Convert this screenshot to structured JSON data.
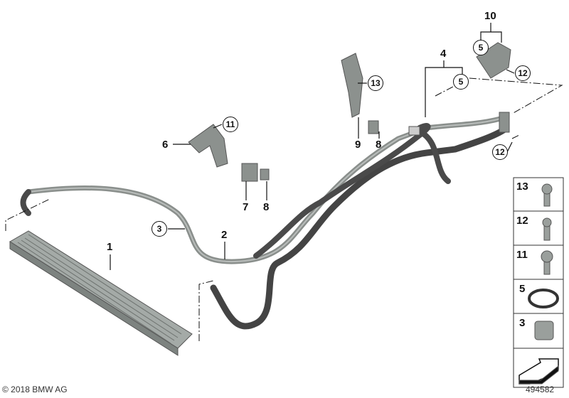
{
  "diagram": {
    "callouts": [
      {
        "id": "1",
        "style": "plain"
      },
      {
        "id": "2",
        "style": "plain"
      },
      {
        "id": "3",
        "style": "circle"
      },
      {
        "id": "4",
        "style": "plain"
      },
      {
        "id": "5",
        "style": "circle"
      },
      {
        "id": "5",
        "style": "circle"
      },
      {
        "id": "6",
        "style": "plain"
      },
      {
        "id": "7",
        "style": "plain"
      },
      {
        "id": "8",
        "style": "plain"
      },
      {
        "id": "8",
        "style": "plain"
      },
      {
        "id": "9",
        "style": "plain"
      },
      {
        "id": "10",
        "style": "plain"
      },
      {
        "id": "11",
        "style": "circle"
      },
      {
        "id": "12",
        "style": "circle"
      },
      {
        "id": "12",
        "style": "circle"
      },
      {
        "id": "13",
        "style": "circle"
      }
    ],
    "parts_legend": [
      "13",
      "12",
      "11",
      "5",
      "3"
    ],
    "copyright": "© 2018 BMW AG",
    "diagram_number": "494582",
    "colors": {
      "hose": "#4a4a4a",
      "pipe": "#8a8f8c",
      "cooler": "#9aa09d",
      "line": "#111111"
    }
  }
}
